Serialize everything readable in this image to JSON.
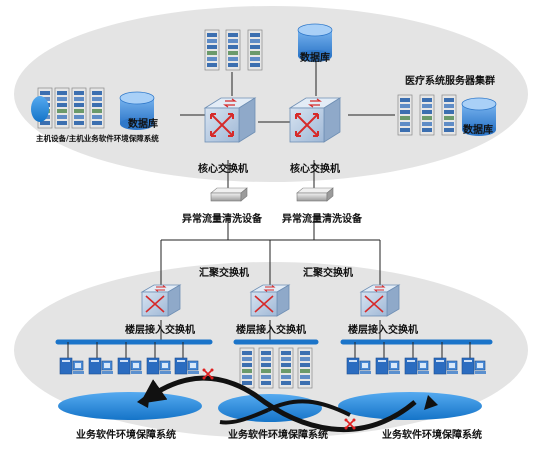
{
  "labels": {
    "host": "主机设备/主机业务软件环境保障系统",
    "db_left": "数据库",
    "db_top": "数据库",
    "db_right": "数据库",
    "medical_cluster": "医疗系统服务器集群",
    "core_switch_left": "核心交换机",
    "core_switch_right": "核心交换机",
    "cleaner_left": "异常流量清洗设备",
    "cleaner_right": "异常流量清洗设备",
    "agg_switch_left": "汇聚交换机",
    "agg_switch_right": "汇聚交换机",
    "floor_switch_left": "楼层接入交换机",
    "floor_switch_mid": "楼层接入交换机",
    "floor_switch_right": "楼层接入交换机",
    "env_left": "业务软件环境保障系统",
    "env_mid": "业务软件环境保障系统",
    "env_right": "业务软件环境保障系统"
  },
  "colors": {
    "cloud": "#e4e4e4",
    "switch_face": "#b8cde4",
    "switch_edge": "#6f8fb4",
    "db": "#4f92dd",
    "disc_blue": "#1f86da",
    "bus_blue": "#1b74c9",
    "arrow": "#111111",
    "break_mark": "#e02020",
    "rack": "#dcdcdc",
    "server": "#2b6cc0"
  },
  "icons": [
    "switch-icon",
    "database-icon",
    "server-rack-icon",
    "workstation-icon",
    "traffic-cleaner-icon"
  ]
}
